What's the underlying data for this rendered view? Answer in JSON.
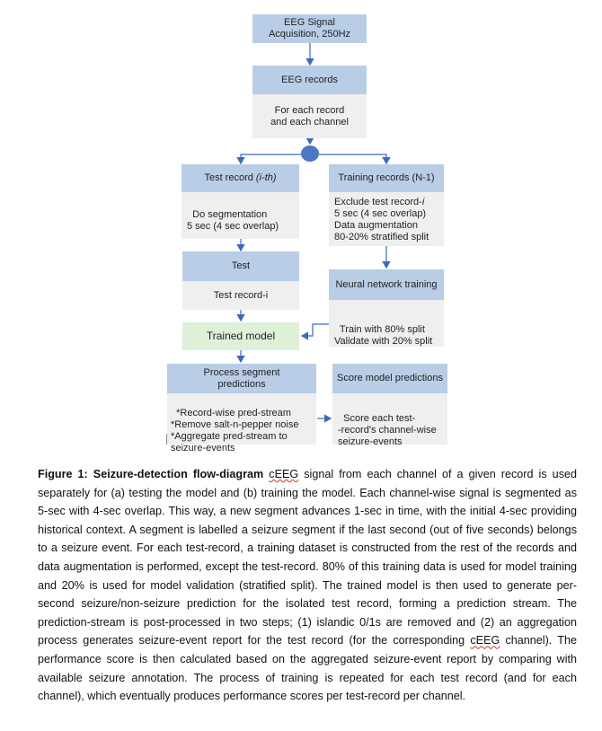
{
  "diagram": {
    "acquisition": "EEG Signal\nAcquisition, 250Hz",
    "records_header": "EEG records",
    "records_body": "For each record\nand each channel",
    "test_header_main": "Test record ",
    "test_header_italic": "(i-th)",
    "test_body": "Do segmentation\n5 sec (4 sec overlap)",
    "train_header": "Training records (N-1)",
    "train_body_lines": [
      "Exclude test record-",
      "5 sec (4 sec overlap)",
      "Data augmentation",
      "80-20% stratified split"
    ],
    "train_body_italic": "i",
    "test_box_header": "Test",
    "test_box_body": "Test record-i",
    "nn_header": "Neural network training",
    "nn_body": "Train with 80% split\nValidate with 20% split",
    "trained_model": "Trained model",
    "process_header": "Process segment\npredictions",
    "process_body": "*Record-wise pred-stream\n*Remove salt-n-pepper noise\n*Aggregate pred-stream to\nseizure-events",
    "score_header": "Score model predictions",
    "score_body": "Score each test-\n-record's channel-wise\nseizure-events"
  },
  "caption": {
    "lead": "Figure 1: Seizure-detection flow-diagram ",
    "ceeg1": "cEEG",
    "part1": " signal from each channel of a given record is used separately for (a) testing the model and (b) training the model. Each channel-wise signal is segmented as 5-sec with 4-sec overlap. This way, a new segment advances 1-sec in time, with the initial 4-sec providing historical context. A segment is labelled a seizure segment if the last second (out of five seconds) belongs to a seizure event. For each test-record, a training dataset is constructed from the rest of the records and data augmentation is performed, except the test-record. 80% of this training data is used for model training and 20% is used for model validation (stratified split). The trained model is then used to generate per-second seizure/non-seizure prediction for the isolated test record, forming a prediction stream. The prediction-stream is post-processed in two steps; (1) islandic 0/1s are removed and (2) an aggregation process generates seizure-event report for the test record (for the corresponding ",
    "ceeg2": "cEEG",
    "part2": " channel). The performance score is then calculated based on the aggregated seizure-event report by comparing with available seizure annotation. The process of training is repeated for each test record (and for each channel), which eventually produces performance scores per test-record per channel."
  },
  "colors": {
    "header": "#b9cde6",
    "body": "#efefef",
    "trained": "#dff0d8",
    "connector": "#3e6ab8"
  }
}
